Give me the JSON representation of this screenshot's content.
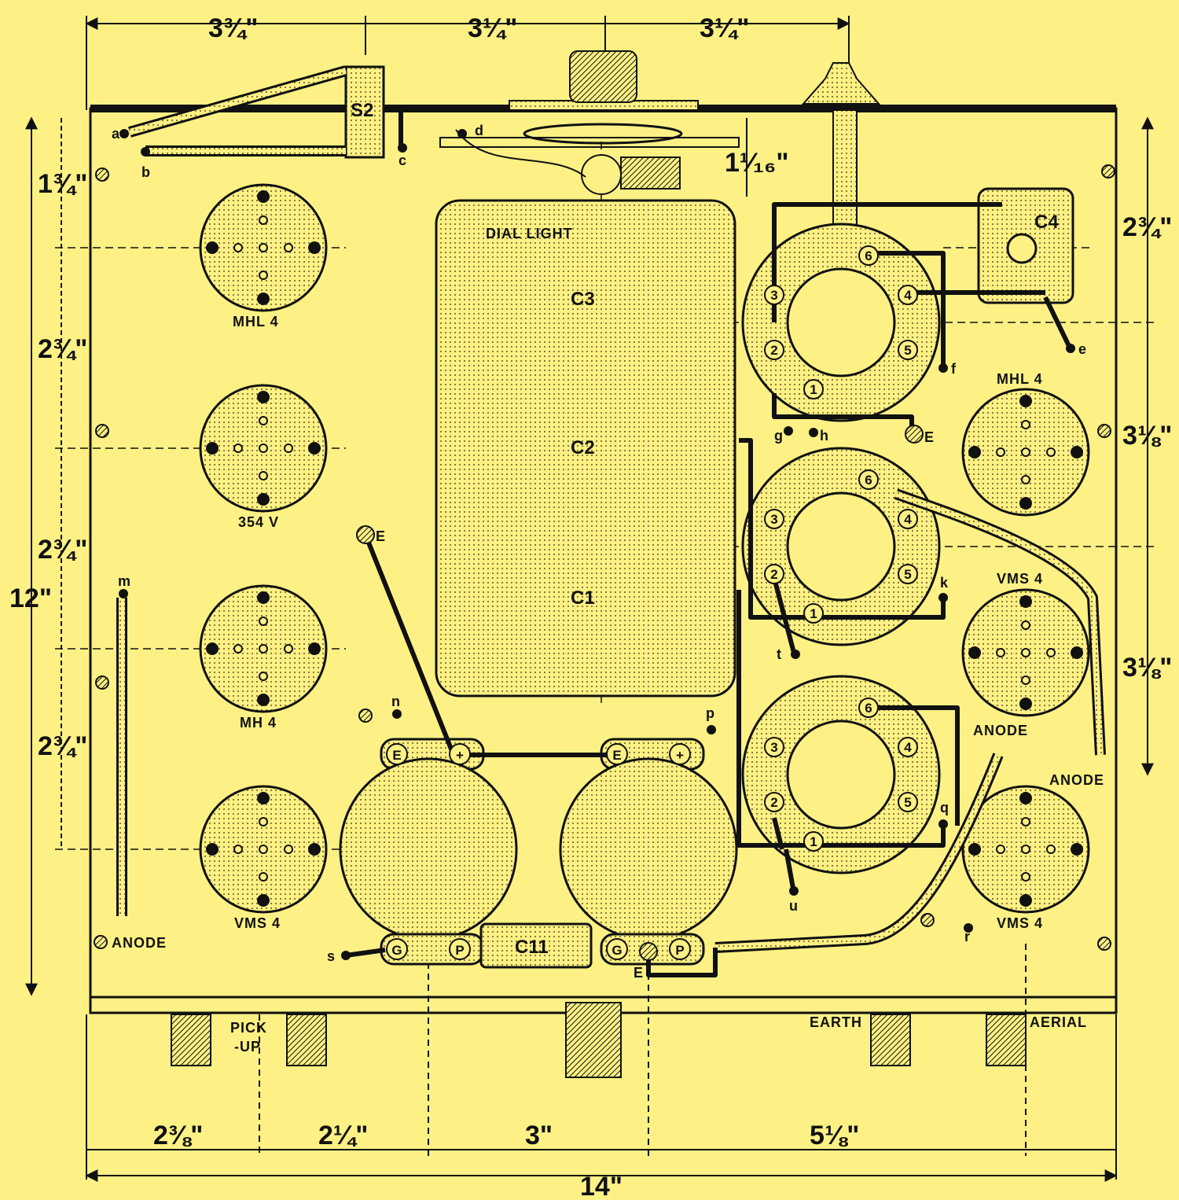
{
  "colors": {
    "background": "#fdf185",
    "ink": "#111111",
    "stipple": "#e3d56e"
  },
  "dimensions": {
    "top_1": "3¾\"",
    "top_2": "3¼\"",
    "top_3": "3¼\"",
    "left_1": "1¾\"",
    "left_2": "2¾\"",
    "left_3": "2¾\"",
    "left_4": "2¾\"",
    "overall_height": "12\"",
    "right_1": "2¾\"",
    "right_2": "3⅛\"",
    "right_3": "3⅛\"",
    "dial_gap": "1¹⁄₁₆\"",
    "bottom_1": "2⅜\"",
    "bottom_2": "2¼\"",
    "bottom_3": "3\"",
    "bottom_4": "5⅛\"",
    "overall_width": "14\""
  },
  "valves": {
    "left": [
      "MHL 4",
      "354 V",
      "MH 4",
      "VMS 4"
    ],
    "right": [
      "MHL 4",
      "VMS 4",
      "VMS 4"
    ]
  },
  "components": {
    "switch": "S2",
    "gang_condenser": [
      "C3",
      "C2",
      "C1"
    ],
    "dial_light": "DIAL LIGHT",
    "trimmer": "C4",
    "coupling": "C11"
  },
  "coil_pins": [
    "1",
    "2",
    "3",
    "4",
    "5",
    "6"
  ],
  "transformer_terminals": {
    "top": [
      "E",
      "+"
    ],
    "bottom": [
      "G",
      "P"
    ]
  },
  "points": {
    "a": "a",
    "b": "b",
    "c": "c",
    "d": "d",
    "e": "e",
    "f": "f",
    "g": "g",
    "h": "h",
    "k": "k",
    "m": "m",
    "n": "n",
    "p": "p",
    "q": "q",
    "r": "r",
    "s": "s",
    "t": "t",
    "u": "u",
    "earth_tag": "E"
  },
  "labels": {
    "anode": "ANODE",
    "pickup": "PICK\n-UP",
    "pickup_line1": "PICK",
    "pickup_line2": "-UP",
    "earth": "EARTH",
    "aerial": "AERIAL"
  }
}
